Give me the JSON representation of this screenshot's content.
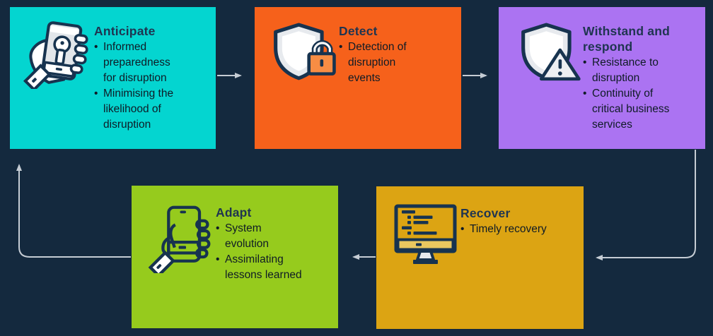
{
  "diagram": {
    "background_color": "#14293E",
    "arrow_color": "#C5CCD4",
    "boxes": [
      {
        "id": "anticipate",
        "title": "Anticipate",
        "color": "#04D5D0",
        "icon": "hand-phone-key-icon",
        "bullets": [
          "Informed\npreparedness\nfor disruption",
          "Minimising the\nlikelihood of\ndisruption"
        ]
      },
      {
        "id": "detect",
        "title": "Detect",
        "color": "#F6611B",
        "icon": "shield-lock-icon",
        "bullets": [
          "Detection of\ndisruption\nevents"
        ]
      },
      {
        "id": "withstand",
        "title": "Withstand and\nrespond",
        "color": "#AB73F2",
        "icon": "shield-alert-icon",
        "bullets": [
          "Resistance to\ndisruption",
          "Continuity of\ncritical business\nservices"
        ]
      },
      {
        "id": "adapt",
        "title": "Adapt",
        "color": "#96CB1D",
        "icon": "hand-phone-icon",
        "bullets": [
          "System\nevolution",
          "Assimilating\nlessons learned"
        ]
      },
      {
        "id": "recover",
        "title": "Recover",
        "color": "#DCA413",
        "icon": "monitor-code-icon",
        "bullets": [
          "Timely recovery"
        ]
      }
    ]
  }
}
